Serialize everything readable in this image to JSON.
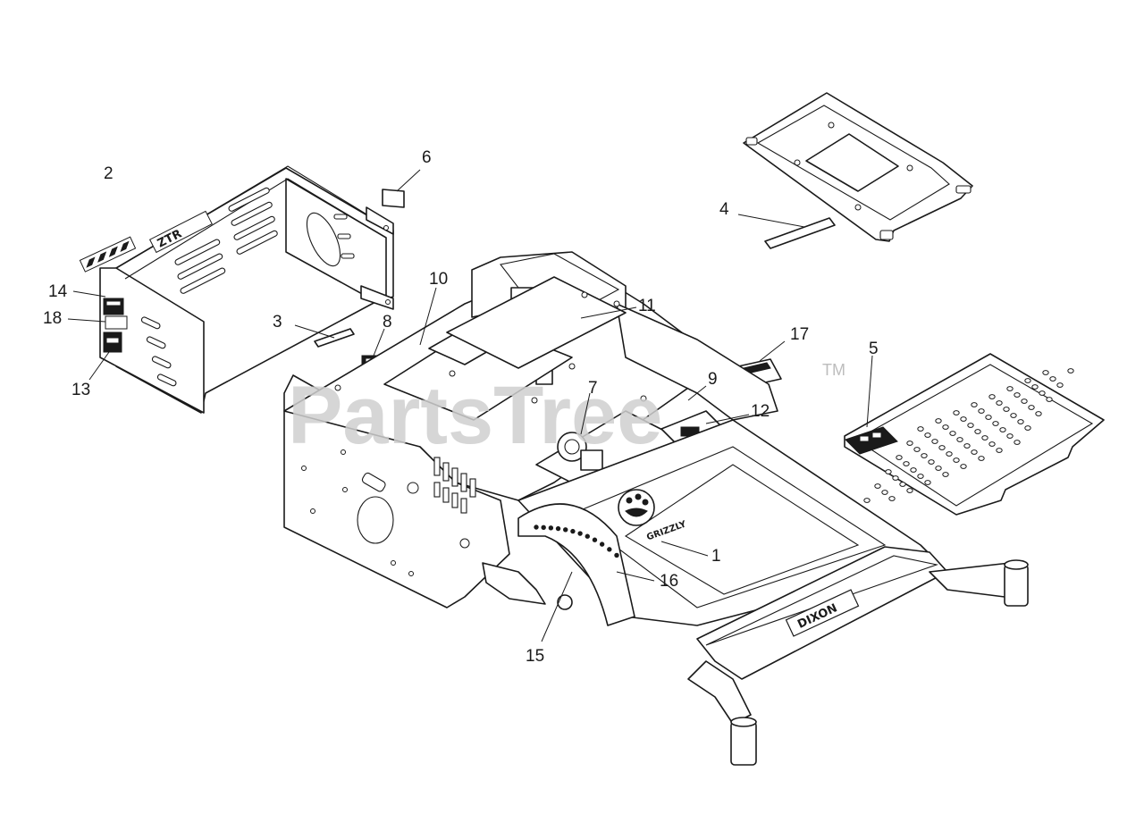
{
  "watermark": {
    "text": "PartsTree",
    "mark": "TM",
    "color": "#cfcfcf"
  },
  "callouts": [
    {
      "id": "c1",
      "label": "1"
    },
    {
      "id": "c2",
      "label": "2"
    },
    {
      "id": "c3",
      "label": "3"
    },
    {
      "id": "c4",
      "label": "4"
    },
    {
      "id": "c5",
      "label": "5"
    },
    {
      "id": "c6",
      "label": "6"
    },
    {
      "id": "c7",
      "label": "7"
    },
    {
      "id": "c8",
      "label": "8"
    },
    {
      "id": "c9",
      "label": "9"
    },
    {
      "id": "c10",
      "label": "10"
    },
    {
      "id": "c11",
      "label": "11"
    },
    {
      "id": "c12",
      "label": "12"
    },
    {
      "id": "c13",
      "label": "13"
    },
    {
      "id": "c14",
      "label": "14"
    },
    {
      "id": "c15",
      "label": "15"
    },
    {
      "id": "c16",
      "label": "16"
    },
    {
      "id": "c17",
      "label": "17"
    },
    {
      "id": "c18",
      "label": "18"
    }
  ],
  "decals": {
    "front_bar": "DIXON",
    "shroud_side": "ZTR",
    "grizzly_logo": "GRIZZLY"
  }
}
